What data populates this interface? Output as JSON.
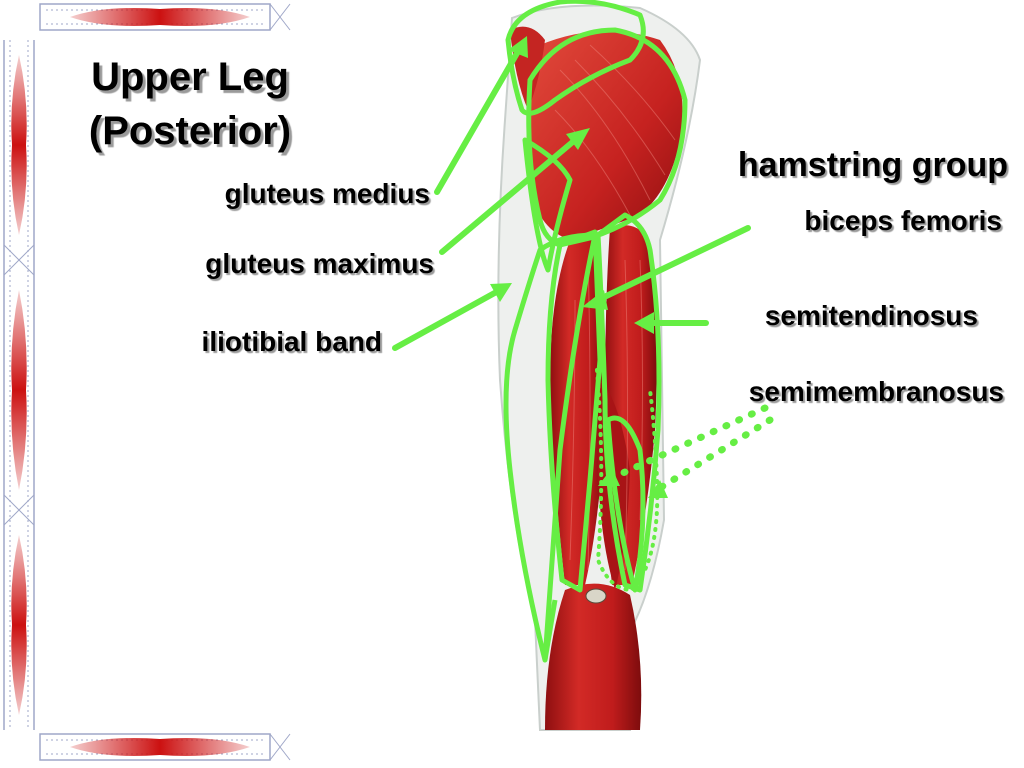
{
  "title": {
    "line1": "Upper Leg",
    "line2": "(Posterior)"
  },
  "labels": {
    "gluteus_medius": "gluteus medius",
    "gluteus_maximus": "gluteus maximus",
    "iliotibial_band": "iliotibial band",
    "hamstring_group": "hamstring group",
    "biceps_femoris": "biceps femoris",
    "semitendinosus": "semitendinosus",
    "semimembranosus": "semimembranosus"
  },
  "colors": {
    "outline": "#66ee44",
    "muscle": "#c81e1e",
    "muscle_dark": "#8e0f10",
    "tendon": "#eef0ee",
    "border_ornament": "#cc1111",
    "border_line": "#9fa7c8"
  }
}
